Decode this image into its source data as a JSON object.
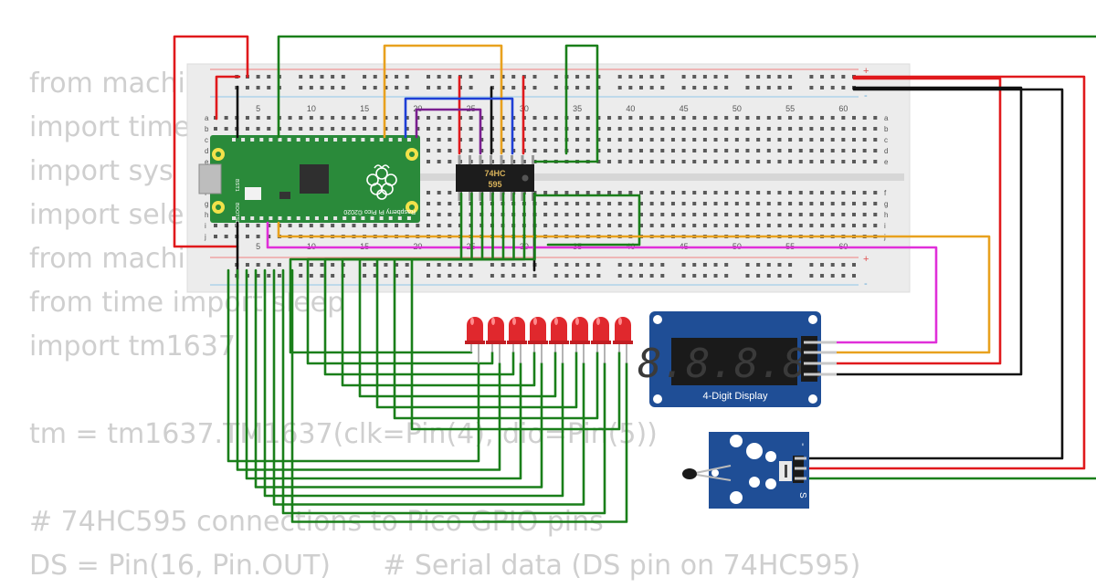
{
  "code_lines": [
    "from machi",
    "import time",
    "import sys",
    "import sele",
    "from machi",
    "from time import sleep",
    "import tm1637",
    "",
    "tm = tm1637.TM1637(clk=Pin(4), dio=Pin(5))",
    "",
    "# 74HC595 connections to Pico GPIO pins",
    "DS = Pin(16, Pin.OUT)      # Serial data (DS pin on 74HC595)"
  ],
  "breadboard": {
    "column_numbers": [
      "5",
      "10",
      "15",
      "20",
      "25",
      "30",
      "35",
      "40",
      "45",
      "50",
      "55",
      "60"
    ],
    "top_row_letters": [
      "a",
      "b",
      "c",
      "d",
      "e"
    ],
    "bottom_row_letters": [
      "f",
      "g",
      "h",
      "i",
      "j"
    ],
    "rail_plus": "+",
    "rail_minus": "-"
  },
  "pico": {
    "label": "Raspberry Pi Pico ©2020",
    "pin_labels": [
      "BST1",
      "BOOTSEL"
    ]
  },
  "shift_register": {
    "line1": "74HC",
    "line2": "595"
  },
  "display": {
    "digits": "8.8.8.8.",
    "label": "4-Digit Display"
  },
  "sensor": {
    "pin_minus": "-",
    "pin_s": "S"
  },
  "colors": {
    "red": "#e0191c",
    "black": "#111111",
    "green": "#1a7f1a",
    "orange": "#e8a11e",
    "blue": "#1f3fd6",
    "purple": "#7a1f8f",
    "magenta": "#e02fd9",
    "pico_green": "#2a8a3a",
    "module_blue": "#1f4e96",
    "led_red": "#e0282d"
  },
  "led_count": 8
}
